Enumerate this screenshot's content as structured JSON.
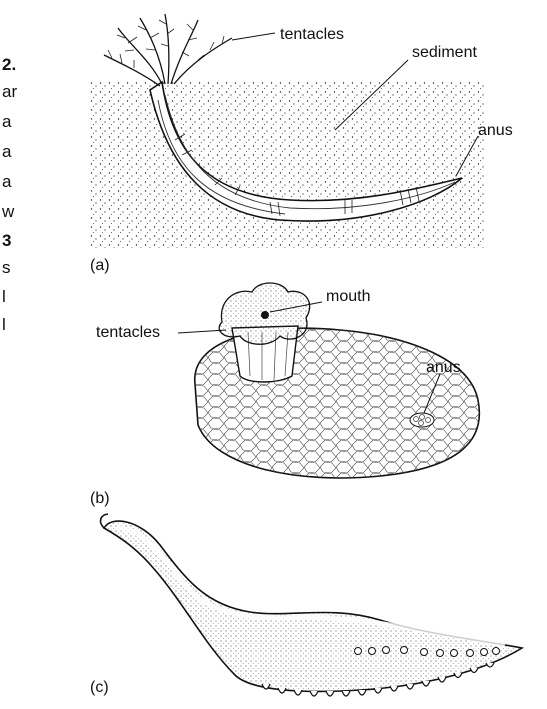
{
  "edge_text": [
    "2.",
    "ar",
    "a",
    "a",
    "a",
    "w",
    "3",
    "s",
    "l",
    "l"
  ],
  "panel_a": {
    "panel_label": "(a)",
    "labels": {
      "tentacles": "tentacles",
      "sediment": "sediment",
      "anus": "anus"
    }
  },
  "panel_b": {
    "panel_label": "(b)",
    "labels": {
      "mouth": "mouth",
      "tentacles": "tentacles",
      "anus": "anus"
    }
  },
  "panel_c": {
    "panel_label": "(c)"
  }
}
